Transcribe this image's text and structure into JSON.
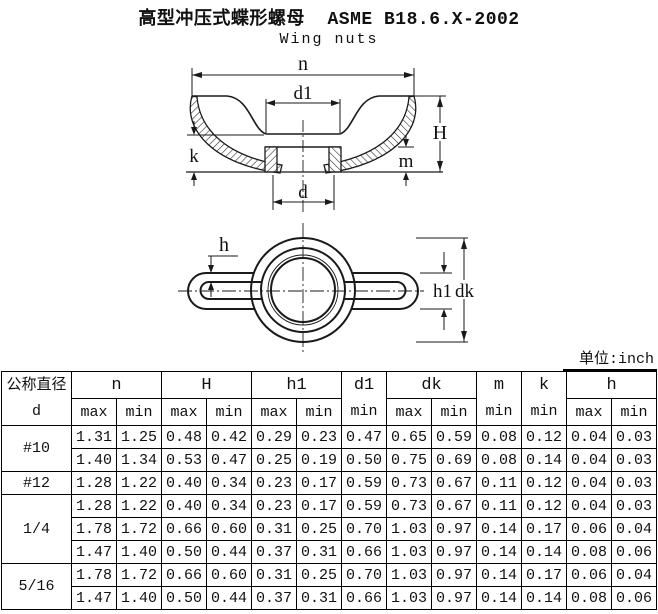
{
  "page": {
    "title": "高型冲压式蝶形螺母  ASME B18.6.X-2002",
    "subtitle": "Wing nuts",
    "unit_label": "单位:inch"
  },
  "diagram_front": {
    "label_n": "n",
    "label_d1": "d1",
    "label_H": "H",
    "label_k": "k",
    "label_m": "m",
    "label_d": "d"
  },
  "diagram_top": {
    "label_h": "h",
    "label_h1": "h1",
    "label_dk": "dk"
  },
  "table": {
    "nominal_header": [
      "公称直径",
      "d"
    ],
    "columns": [
      {
        "label": "n",
        "sub": [
          "max",
          "min"
        ]
      },
      {
        "label": "H",
        "sub": [
          "max",
          "min"
        ]
      },
      {
        "label": "h1",
        "sub": [
          "max",
          "min"
        ]
      },
      {
        "label": "d1",
        "sub": [
          "min"
        ]
      },
      {
        "label": "dk",
        "sub": [
          "max",
          "min"
        ]
      },
      {
        "label": "m",
        "sub": [
          "min"
        ]
      },
      {
        "label": "k",
        "sub": [
          "min"
        ]
      },
      {
        "label": "h",
        "sub": [
          "max",
          "min"
        ]
      }
    ],
    "rows": [
      {
        "d": "#10",
        "values": [
          [
            "1.31",
            "1.25",
            "0.48",
            "0.42",
            "0.29",
            "0.23",
            "0.47",
            "0.65",
            "0.59",
            "0.08",
            "0.12",
            "0.04",
            "0.03"
          ],
          [
            "1.40",
            "1.34",
            "0.53",
            "0.47",
            "0.25",
            "0.19",
            "0.50",
            "0.75",
            "0.69",
            "0.08",
            "0.14",
            "0.04",
            "0.03"
          ]
        ]
      },
      {
        "d": "#12",
        "values": [
          [
            "1.28",
            "1.22",
            "0.40",
            "0.34",
            "0.23",
            "0.17",
            "0.59",
            "0.73",
            "0.67",
            "0.11",
            "0.12",
            "0.04",
            "0.03"
          ]
        ]
      },
      {
        "d": "1/4",
        "values": [
          [
            "1.28",
            "1.22",
            "0.40",
            "0.34",
            "0.23",
            "0.17",
            "0.59",
            "0.73",
            "0.67",
            "0.11",
            "0.12",
            "0.04",
            "0.03"
          ],
          [
            "1.78",
            "1.72",
            "0.66",
            "0.60",
            "0.31",
            "0.25",
            "0.70",
            "1.03",
            "0.97",
            "0.14",
            "0.17",
            "0.06",
            "0.04"
          ],
          [
            "1.47",
            "1.40",
            "0.50",
            "0.44",
            "0.37",
            "0.31",
            "0.66",
            "1.03",
            "0.97",
            "0.14",
            "0.14",
            "0.08",
            "0.06"
          ]
        ]
      },
      {
        "d": "5/16",
        "values": [
          [
            "1.78",
            "1.72",
            "0.66",
            "0.60",
            "0.31",
            "0.25",
            "0.70",
            "1.03",
            "0.97",
            "0.14",
            "0.17",
            "0.06",
            "0.04"
          ],
          [
            "1.47",
            "1.40",
            "0.50",
            "0.44",
            "0.37",
            "0.31",
            "0.66",
            "1.03",
            "0.97",
            "0.14",
            "0.14",
            "0.08",
            "0.06"
          ]
        ]
      }
    ]
  }
}
